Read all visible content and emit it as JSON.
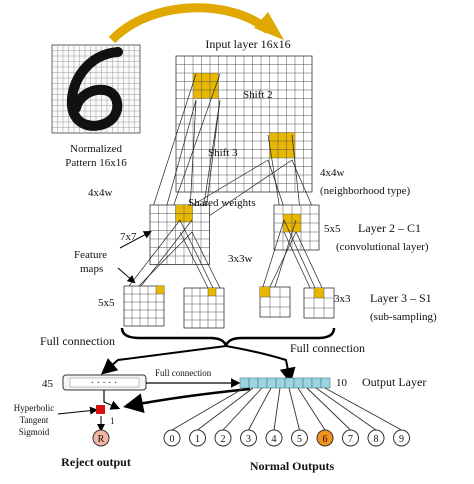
{
  "labels": {
    "input_layer": "Input layer 16x16",
    "normalized": "Normalized",
    "pattern": "Pattern 16x16",
    "shift2": "Shift 2",
    "shift3": "Shift 3",
    "kernel_left": "4x4w",
    "kernel_right": "4x4w",
    "neighborhood": "(neighborhood type)",
    "shared_weights": "Shared weights",
    "map7x7": "7x7",
    "map5x5_right": "5x5",
    "layer2": "Layer 2 – C1",
    "conv_layer": "(convolutional layer)",
    "feature": "Feature",
    "maps": "maps",
    "kernel3x3w": "3x3w",
    "map5x5_left": "5x5",
    "map3x3": "3x3",
    "layer3": "Layer 3 – S1",
    "subsampling": "(sub-sampling)",
    "full_conn_left": "Full connection",
    "full_conn_right": "Full connection",
    "full_conn_mid": "Full connection",
    "hidden_count": "45",
    "output_count": "10",
    "output_layer": "Output Layer",
    "hyperbolic": "Hyperbolic",
    "tangent": "Tangent",
    "sigmoid": "Sigmoid",
    "reject_index": "1",
    "reject_symbol": "R",
    "reject_output": "Reject output",
    "normal_outputs": "Normal Outputs"
  },
  "digits": [
    "0",
    "1",
    "2",
    "3",
    "4",
    "5",
    "6",
    "7",
    "8",
    "9"
  ],
  "highlight_digit": 6,
  "colors": {
    "highlight": "#e8b800",
    "output_cells": "#9ed4e0",
    "active_output": "#f5901e",
    "reject_node": "#f0b8a4",
    "arrow_gold": "#e0a800",
    "neuron": "#d81010"
  }
}
